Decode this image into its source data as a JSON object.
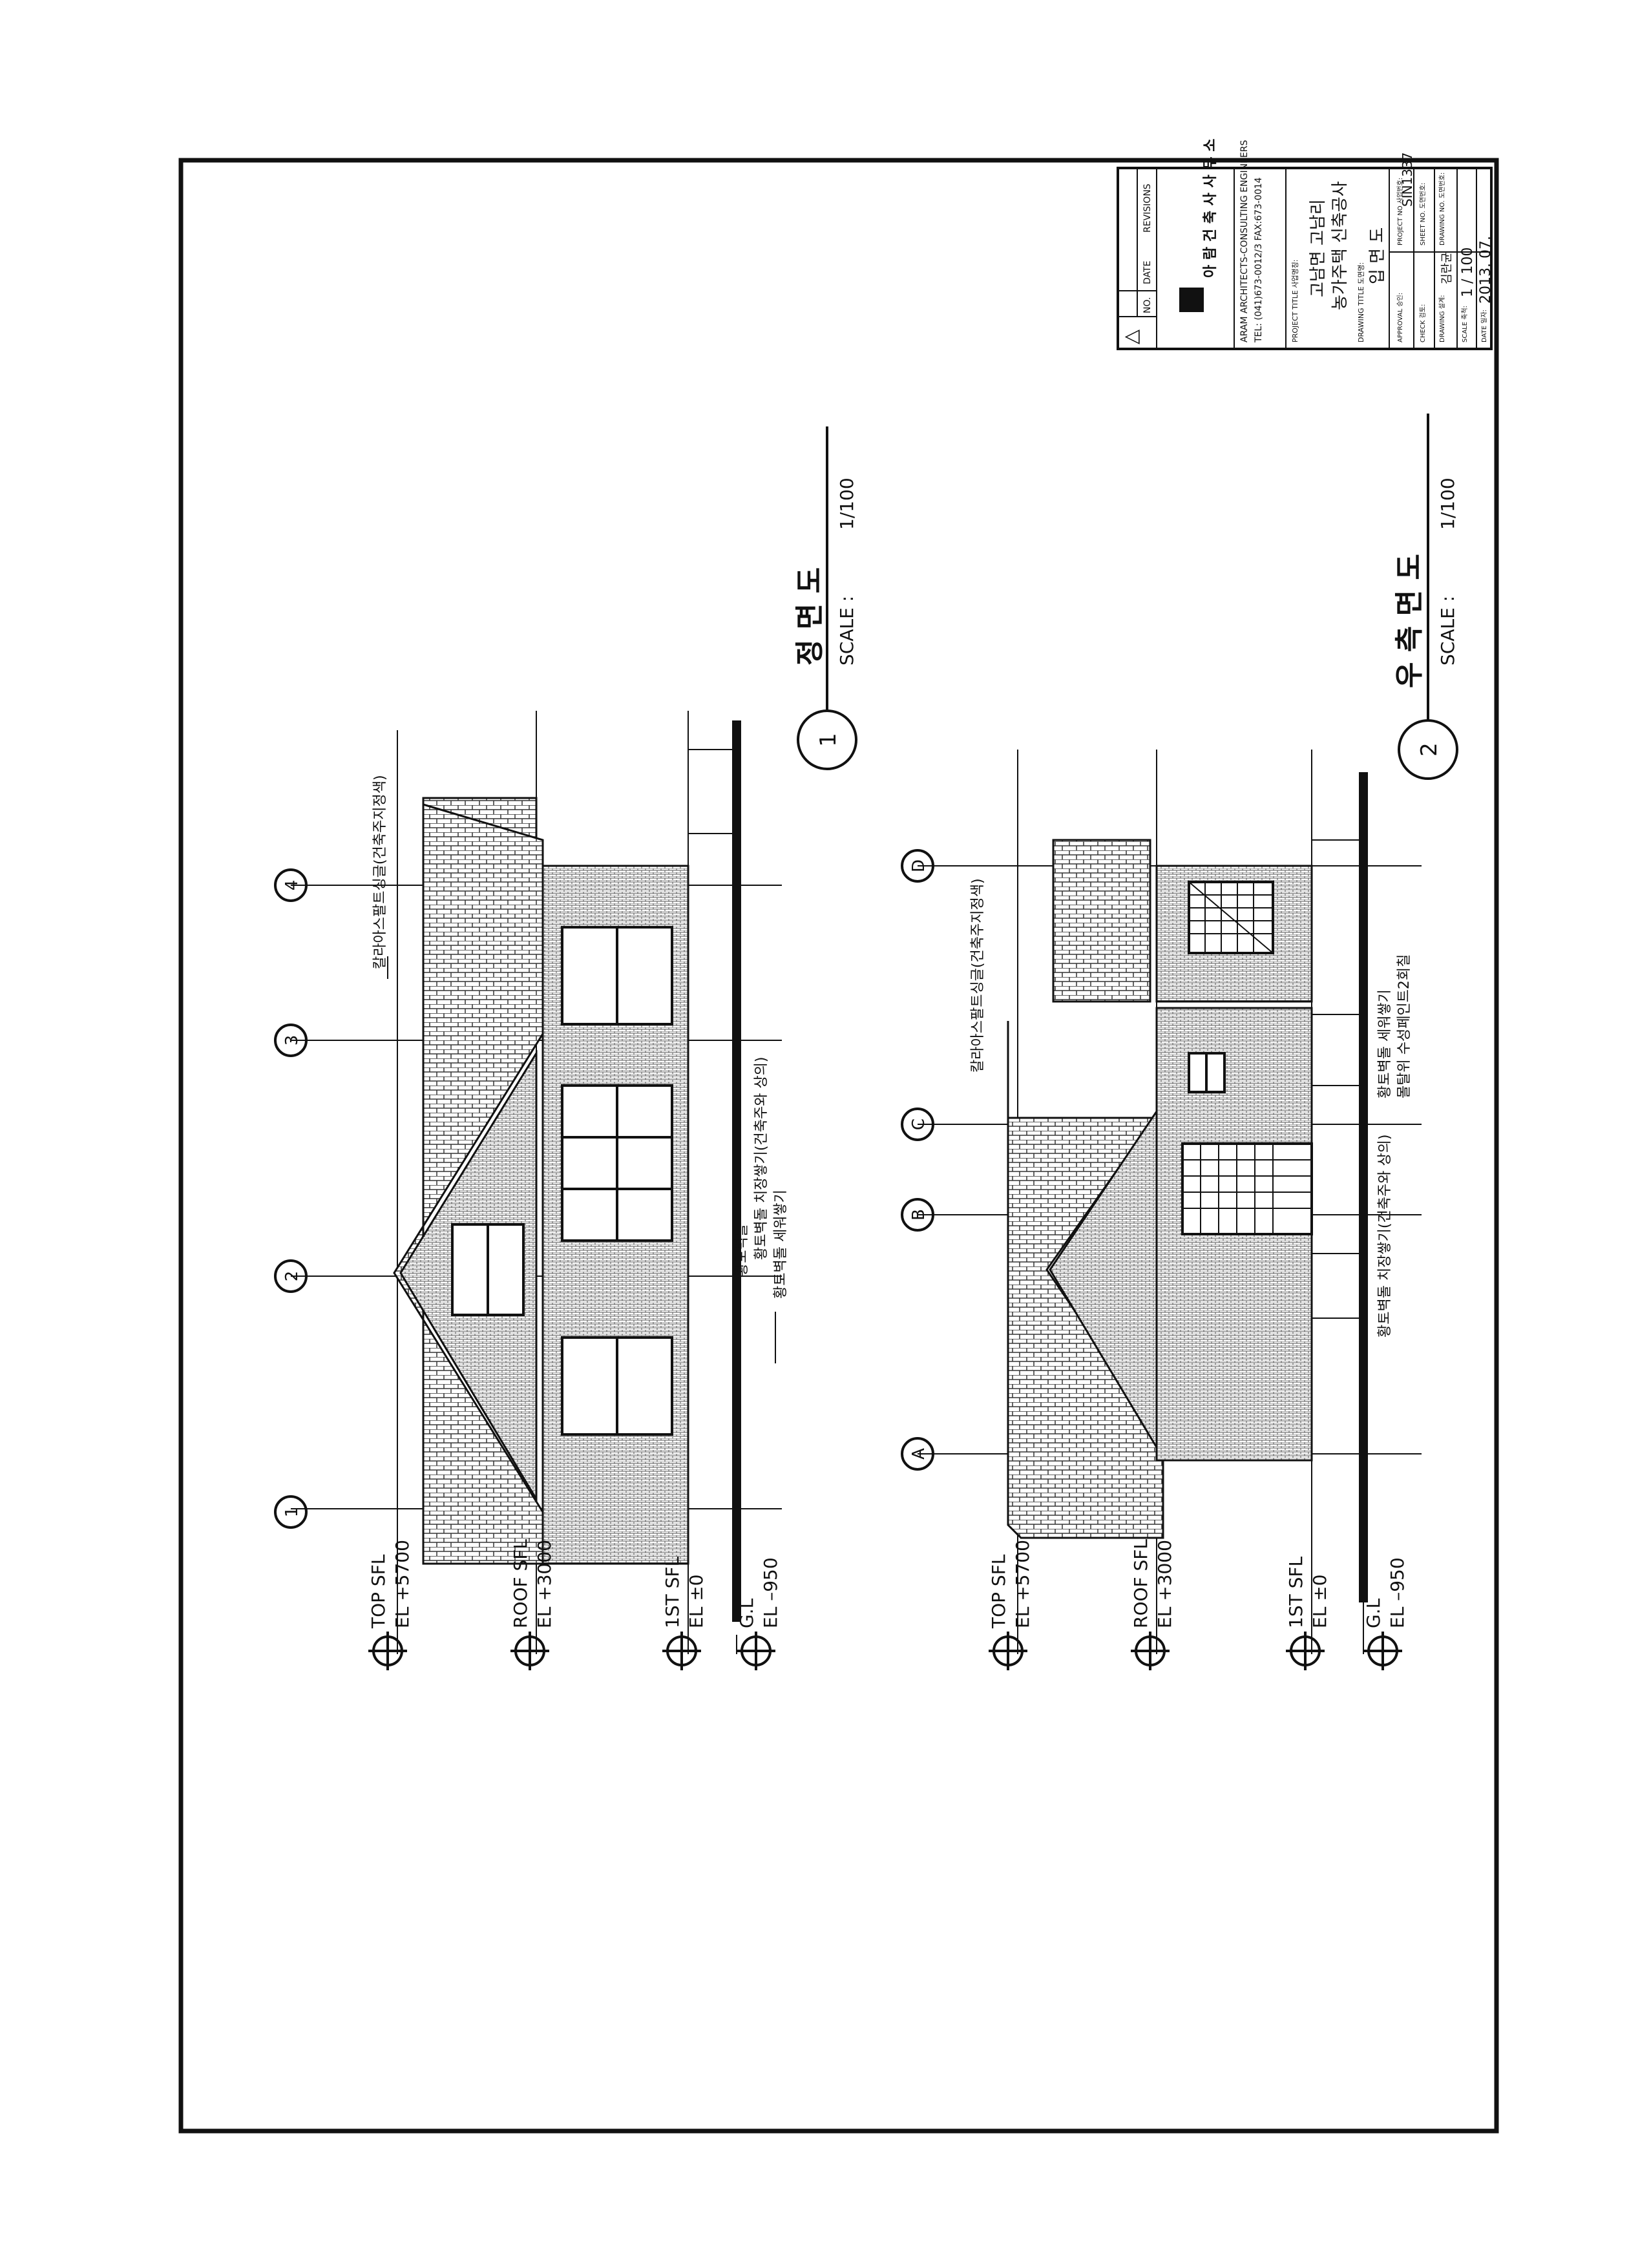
{
  "sheet": {
    "title_block": {
      "revision_symbol": "△",
      "no_label": "NO.",
      "date_label": "DATE",
      "revisions_label": "REVISIONS",
      "firm_name_kr": "아 람 건 축 사 사 무 소",
      "firm_name_en": "ARAM ARCHITECTS-CONSULTING ENGINEERS",
      "firm_tel": "TEL: (041)673-0012/3 FAX:673-0014",
      "project_title_label": "PROJECT TITLE 사업명칭:",
      "project_title_line1": "고남면 고남리",
      "project_title_line2": "농가주택 신축공사",
      "drawing_title_label": "DRAWING TITLE 도면명:",
      "drawing_title": "입 면 도",
      "approval_label": "APPROVAL 승인:",
      "check_label": "CHECK 검토:",
      "drawing_label": "DRAWING 설계:",
      "drawn_by": "김란균",
      "scale_label": "SCALE 축척:",
      "scale_value": "1 / 100",
      "date_label2": "DATE 일자:",
      "date_value": "2013. 07.",
      "project_no_label": "PROJECT NO 사업번호:",
      "project_no": "SIN1337",
      "sheet_no_label": "SHEET NO. 도면번호:",
      "drawing_no_label": "DRAWING NO. 도면번호:"
    },
    "levels": [
      {
        "name": "TOP  SFL",
        "value": "EL +5700"
      },
      {
        "name": "ROOF  SFL",
        "value": "EL +3000"
      },
      {
        "name": "1ST  SFL",
        "value": "EL  ±0"
      },
      {
        "name": "G.L",
        "value": "EL –950"
      }
    ],
    "front_elevation": {
      "number": "1",
      "title": "정 면 도",
      "scale_label": "SCALE :",
      "scale_value": "1/100",
      "grid_labels": [
        "1",
        "2",
        "3",
        "4"
      ],
      "notes": {
        "roof": "칼라아스팔트싱글(건축주지정색)",
        "wall1": "황토벽돌  치장쌓기(건축주와  상의)",
        "wall2": "황토벽돌  세워쌓기",
        "wall3": "황토벽돌"
      }
    },
    "right_elevation": {
      "number": "2",
      "title": "우 측 면 도",
      "scale_label": "SCALE :",
      "scale_value": "1/100",
      "grid_labels": [
        "A",
        "B",
        "C",
        "D"
      ],
      "notes": {
        "roof": "칼라아스팔트싱글(건축주지정색)",
        "wall1": "황토벽돌  치장쌓기(건축주와  상의)",
        "wall2": "황토벽돌  세워쌓기",
        "wall3": "몰탈위  수성페인트2회칠"
      }
    }
  }
}
